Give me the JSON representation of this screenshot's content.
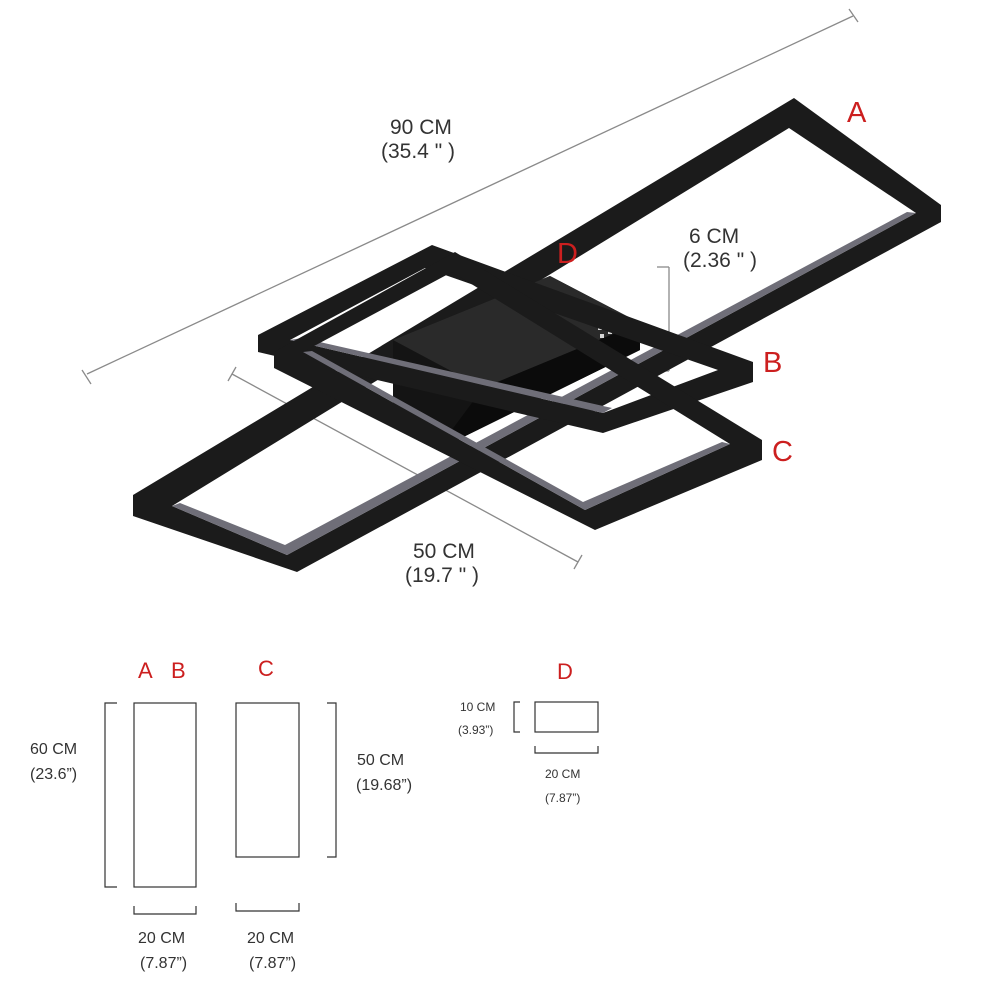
{
  "top_view": {
    "length": {
      "cm": "90 CM",
      "inch": "(35.4 \" )"
    },
    "width": {
      "cm": "50 CM",
      "inch": "(19.7 \" )"
    },
    "height": {
      "cm": "6 CM",
      "inch": "(2.36 \" )"
    },
    "labels": {
      "a": "A",
      "b": "B",
      "c": "C",
      "d": "D"
    }
  },
  "parts": {
    "ab": {
      "label_a": "A",
      "label_b": "B",
      "height": {
        "cm": "60 CM",
        "inch": "(23.6”)"
      },
      "width": {
        "cm": "20 CM",
        "inch": "(7.87”)"
      }
    },
    "c": {
      "label": "C",
      "height": {
        "cm": "50 CM",
        "inch": "(19.68”)"
      },
      "width": {
        "cm": "20 CM",
        "inch": "(7.87”)"
      }
    },
    "d": {
      "label": "D",
      "height": {
        "cm": "10 CM",
        "inch": "(3.93”)"
      },
      "width": {
        "cm": "20 CM",
        "inch": "(7.87”)"
      }
    }
  },
  "colors": {
    "label_red": "#cc1f1f",
    "frame": "#1b1b1b",
    "frame_light_edge": "#6f6e78",
    "dimension_line": "#8a8a8a"
  }
}
